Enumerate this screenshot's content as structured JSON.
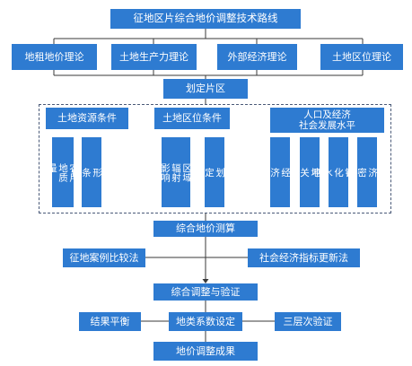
{
  "diagram": {
    "title": "征地区片综合地价调整技术路线",
    "theories": [
      "地租地价理论",
      "土地生产力理论",
      "外部经济理论",
      "土地区位理论"
    ],
    "divide": "划定片区",
    "conditions": {
      "resource": {
        "label": "土地资源条件",
        "items": [
          "农用\n地质\n量",
          "地\n形\n条\n件"
        ]
      },
      "location": {
        "label": "土地区位条件",
        "items": [
          "中心\n区域\n辐射\n影响\n度",
          "规\n划\n定\n位"
        ]
      },
      "social": {
        "label": "人口及经济\n社会发展水平",
        "items": [
          "人\n均\n经\n济\n指\n标",
          "人\n地\n关\n系",
          "城\n镇\n化\n水\n平",
          "经\n济\n密\n度"
        ]
      }
    },
    "calc": "综合地价测算",
    "methods": [
      "征地案例比较法",
      "社会经济指标更新法"
    ],
    "adjust": "综合调整与验证",
    "checks": [
      "结果平衡",
      "地类系数设定",
      "三层次验证"
    ],
    "result": "地价调整成果"
  }
}
